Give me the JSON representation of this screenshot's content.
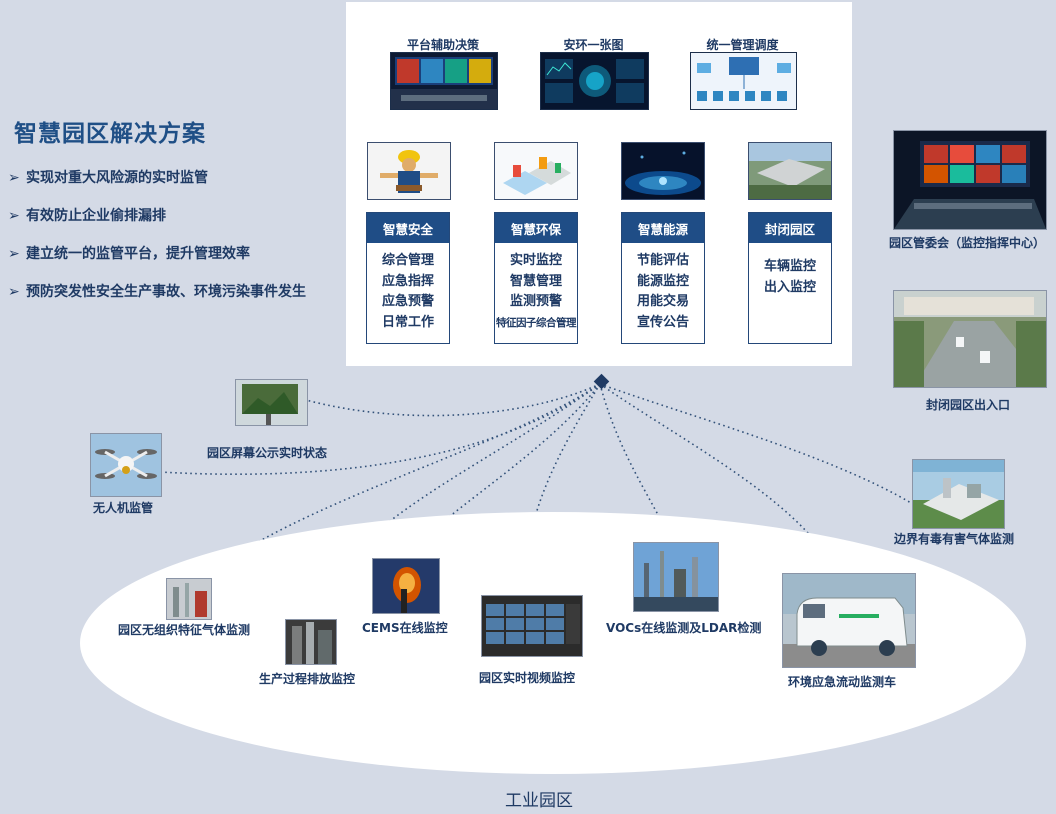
{
  "intro": {
    "title": "智慧园区解决方案",
    "bullets": [
      "实现对重大风险源的实时监管",
      "有效防止企业偷排漏排",
      "建立统一的监管平台，提升管理效率",
      "预防突发性安全生产事故、环境污染事件发生"
    ]
  },
  "platforms": [
    {
      "label": "平台辅助决策",
      "icon": "control-room-screen-icon"
    },
    {
      "label": "安环一张图",
      "icon": "dashboard-screen-icon"
    },
    {
      "label": "统一管理调度",
      "icon": "dispatch-screen-icon"
    }
  ],
  "modules": [
    {
      "title": "智慧安全",
      "items": [
        "综合管理",
        "应急指挥",
        "应急预警",
        "日常工作"
      ],
      "icon": "safety-worker-icon"
    },
    {
      "title": "智慧环保",
      "items": [
        "实时监控",
        "智慧管理",
        "监测预警",
        "特征因子综合管理"
      ],
      "icon": "environment-plant-icon"
    },
    {
      "title": "智慧能源",
      "items": [
        "节能评估",
        "能源监控",
        "用能交易",
        "宣传公告"
      ],
      "icon": "energy-network-icon"
    },
    {
      "title": "封闭园区",
      "items": [
        "车辆监控",
        "出入监控"
      ],
      "icon": "closed-park-icon"
    }
  ],
  "side_pictures": {
    "command_center": "园区管委会（监控指挥中心）",
    "park_entrance": "封闭园区出入口"
  },
  "nodes": {
    "public_screen": "园区屏幕公示实时状态",
    "drone": "无人机监管",
    "boundary_gas": "边界有毒有害气体监测",
    "fugitive_gas": "园区无组织特征气体监测",
    "process_emission": "生产过程排放监控",
    "cems": "CEMS在线监控",
    "video": "园区实时视频监控",
    "vocs": "VOCs在线监测及LDAR检测",
    "mobile_vehicle": "环境应急流动监测车"
  },
  "park_label": "工业园区",
  "colors": {
    "background": "#d4dae6",
    "module_header": "#1f4d86",
    "text": "#1f3a64"
  }
}
